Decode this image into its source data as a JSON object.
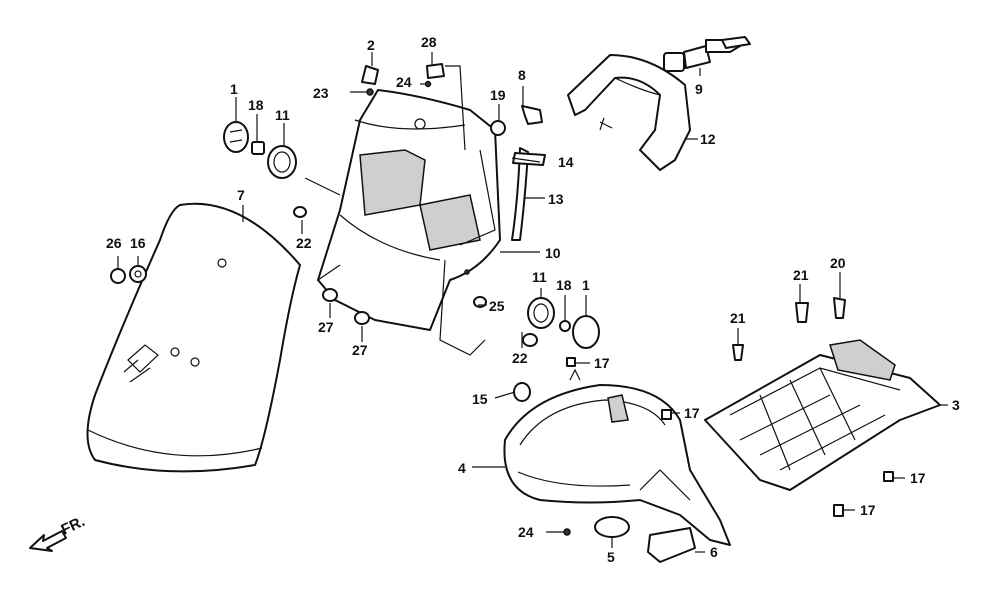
{
  "callouts": {
    "c1a": "1",
    "c1b": "1",
    "c2": "2",
    "c3": "3",
    "c4": "4",
    "c5": "5",
    "c6": "6",
    "c7": "7",
    "c8": "8",
    "c9": "9",
    "c10": "10",
    "c11a": "11",
    "c11b": "11",
    "c12": "12",
    "c13": "13",
    "c14": "14",
    "c15": "15",
    "c16": "16",
    "c17a": "17",
    "c17b": "17",
    "c17c": "17",
    "c17d": "17",
    "c18a": "18",
    "c18b": "18",
    "c19": "19",
    "c20": "20",
    "c21a": "21",
    "c21b": "21",
    "c22a": "22",
    "c22b": "22",
    "c23": "23",
    "c24a": "24",
    "c24b": "24",
    "c25": "25",
    "c26": "26",
    "c27a": "27",
    "c27b": "27",
    "c28": "28"
  },
  "direction": {
    "label": "FR.",
    "icon": "arrow-left-down-icon"
  }
}
